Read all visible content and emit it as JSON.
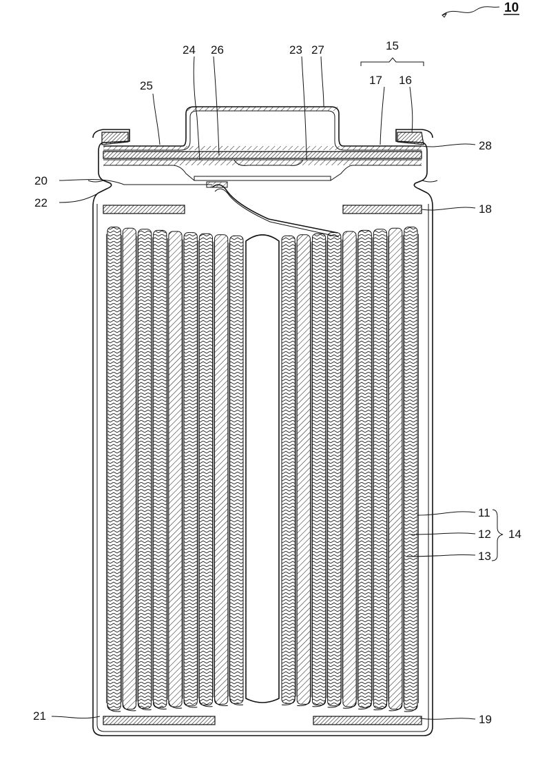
{
  "figure_number": "10",
  "labels": {
    "l11": "11",
    "l12": "12",
    "l13": "13",
    "l14": "14",
    "l15": "15",
    "l16": "16",
    "l17": "17",
    "l18": "18",
    "l19": "19",
    "l20": "20",
    "l21": "21",
    "l22": "22",
    "l23": "23",
    "l24": "24",
    "l25": "25",
    "l26": "26",
    "l27": "27",
    "l28": "28"
  },
  "electrode_layer_count": 9
}
